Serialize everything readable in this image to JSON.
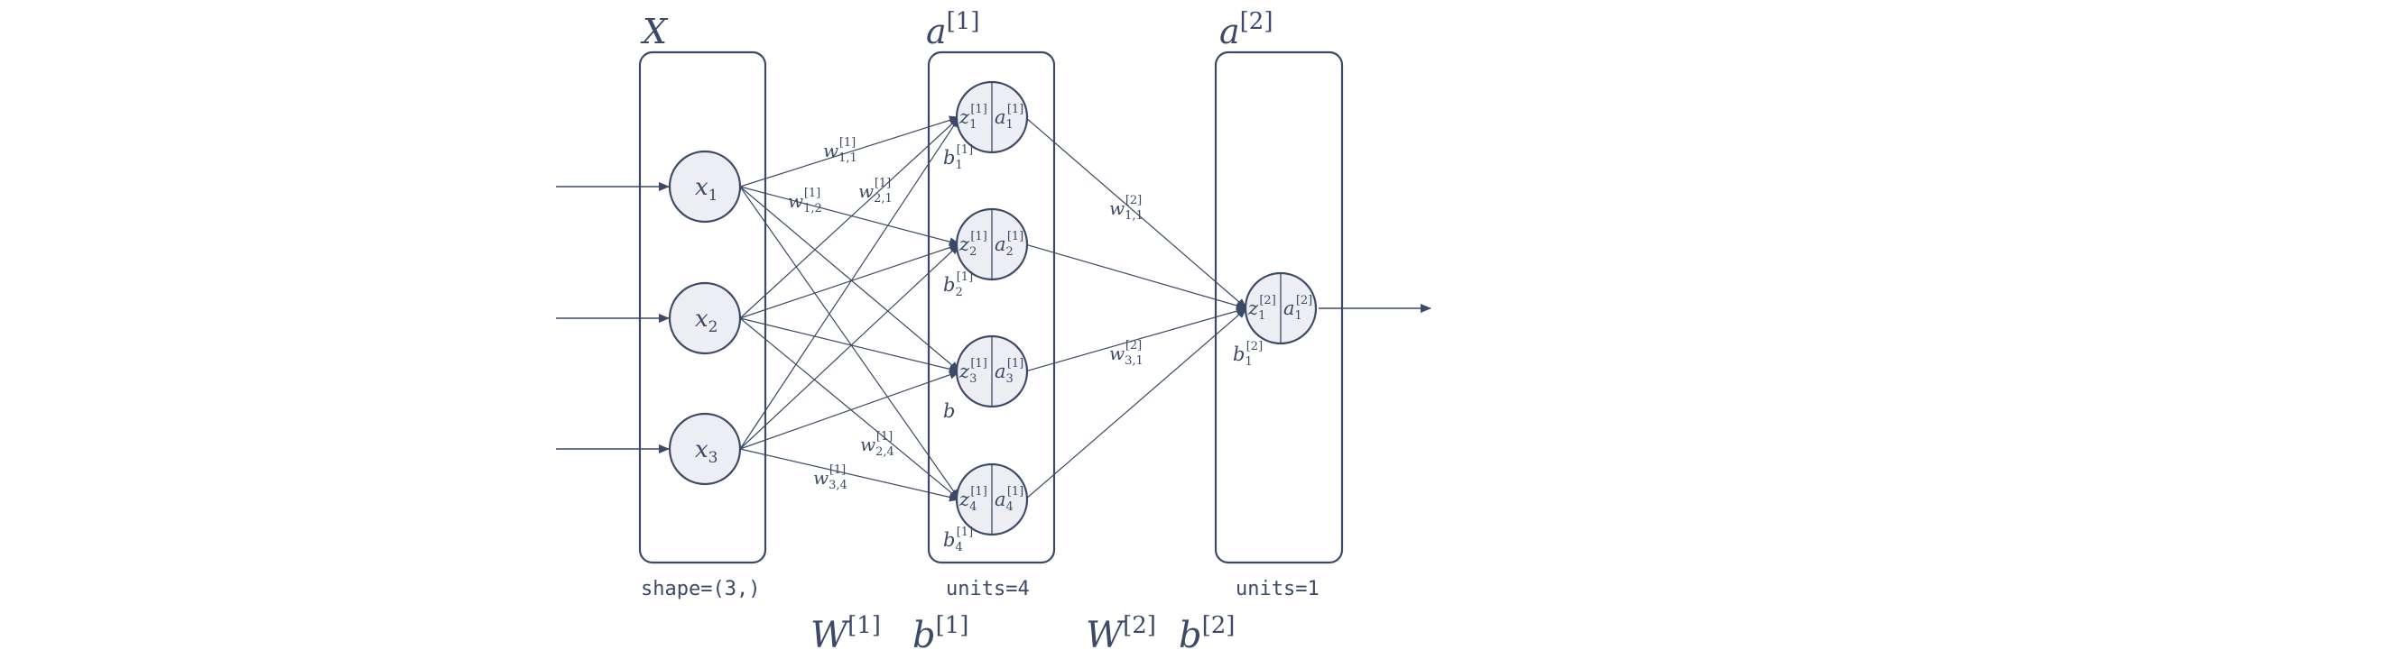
{
  "layers": {
    "input": {
      "title": "X",
      "caption": "shape=(3,)"
    },
    "hidden": {
      "title": "a",
      "title_sup": "[1]",
      "caption": "units=4"
    },
    "output": {
      "title": "a",
      "title_sup": "[2]",
      "caption": "units=1"
    }
  },
  "inputs": [
    {
      "base": "x",
      "sub": "1"
    },
    {
      "base": "x",
      "sub": "2"
    },
    {
      "base": "x",
      "sub": "3"
    }
  ],
  "hidden_neurons": [
    {
      "z": "z",
      "z_sub": "1",
      "z_sup": "[1]",
      "a": "a",
      "a_sub": "1",
      "a_sup": "[1]"
    },
    {
      "z": "z",
      "z_sub": "2",
      "z_sup": "[1]",
      "a": "a",
      "a_sub": "2",
      "a_sup": "[1]"
    },
    {
      "z": "z",
      "z_sub": "3",
      "z_sup": "[1]",
      "a": "a",
      "a_sub": "3",
      "a_sup": "[1]"
    },
    {
      "z": "z",
      "z_sub": "4",
      "z_sup": "[1]",
      "a": "a",
      "a_sub": "4",
      "a_sup": "[1]"
    }
  ],
  "output_neuron": {
    "z": "z",
    "z_sub": "1",
    "z_sup": "[2]",
    "a": "a",
    "a_sub": "1",
    "a_sup": "[2]"
  },
  "biases_hidden": [
    {
      "base": "b",
      "sub": "1",
      "sup": "[1]"
    },
    {
      "base": "b",
      "sub": "2",
      "sup": "[1]"
    },
    {
      "base": "b",
      "sub": "",
      "sup": ""
    },
    {
      "base": "b",
      "sub": "4",
      "sup": "[1]"
    }
  ],
  "bias_output": {
    "base": "b",
    "sub": "1",
    "sup": "[2]"
  },
  "weight_labels_layer1": [
    {
      "base": "w",
      "sub": "1,1",
      "sup": "[1]"
    },
    {
      "base": "w",
      "sub": "1,2",
      "sup": "[1]"
    },
    {
      "base": "w",
      "sub": "2,1",
      "sup": "[1]"
    },
    {
      "base": "w",
      "sub": "2,4",
      "sup": "[1]"
    },
    {
      "base": "w",
      "sub": "3,4",
      "sup": "[1]"
    }
  ],
  "weight_labels_layer2": [
    {
      "base": "w",
      "sub": "1,1",
      "sup": "[2]"
    },
    {
      "base": "w",
      "sub": "3,1",
      "sup": "[2]"
    }
  ],
  "parameters": {
    "W1": {
      "base": "W",
      "sup": "[1]"
    },
    "b1": {
      "base": "b",
      "sup": "[1]"
    },
    "W2": {
      "base": "W",
      "sup": "[2]"
    },
    "b2": {
      "base": "b",
      "sup": "[2]"
    }
  },
  "colors": {
    "ink": "#3b4a66",
    "neuron_fill": "#eceef3",
    "background": "#ffffff"
  }
}
